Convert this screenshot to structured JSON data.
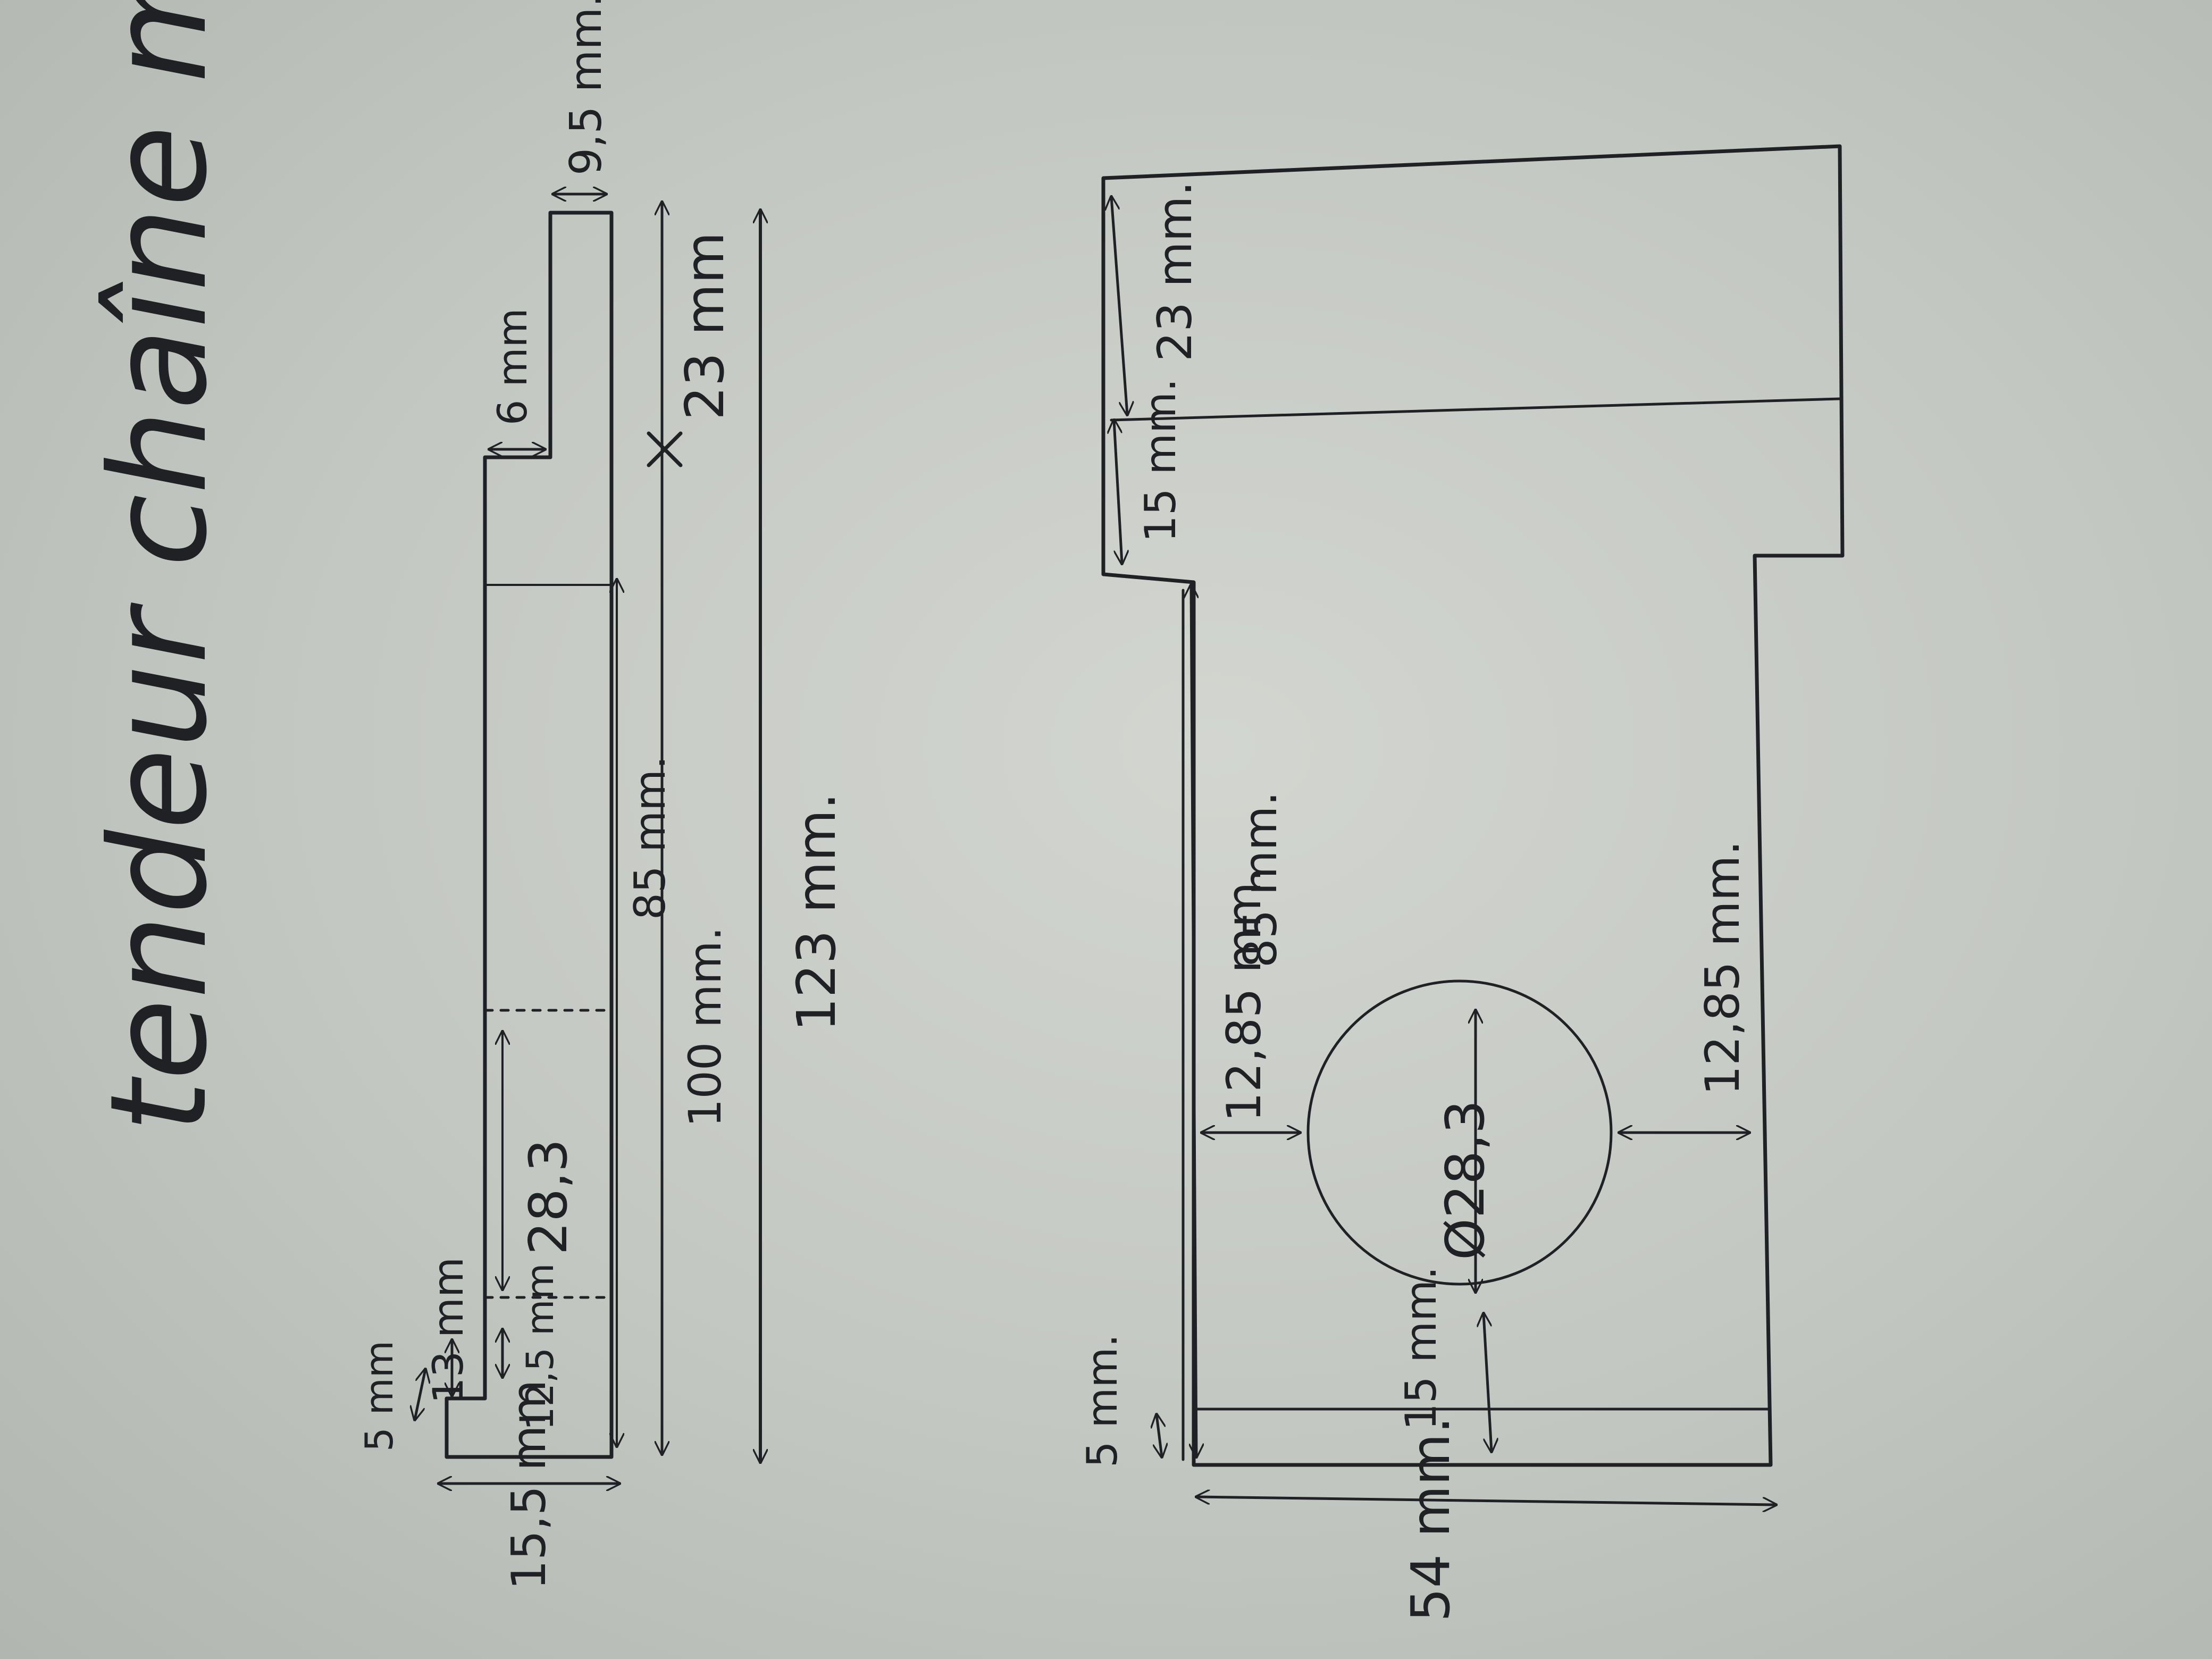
{
  "title": "tendeur chaîne moto.",
  "view_left": {
    "dim_5mm": "5 mm",
    "dim_15_5mm": "15,5 mm",
    "dim_13mm": "13 mm",
    "dim_12_5mm": "12,5 mm",
    "diameter_28_3": "28,3",
    "dim_85mm": "85 mm.",
    "dim_100mm": "100 mm.",
    "dim_123mm": "123 mm.",
    "dim_23mm": "23 mm",
    "dim_6mm": "6 mm",
    "dim_9_5mm": "9,5 mm."
  },
  "view_right": {
    "dim_23mm": "23 mm.",
    "dim_15mm_top": "15 mm.",
    "dim_85mm": "85 mm.",
    "dim_12_85_left": "12,85 mm.",
    "dim_12_85_right": "12,85 mm.",
    "diameter_28_3": "Ø28,3",
    "dim_15mm_bottom": "15 mm.",
    "dim_5mm": "5 mm.",
    "dim_54mm": "54 mm."
  }
}
